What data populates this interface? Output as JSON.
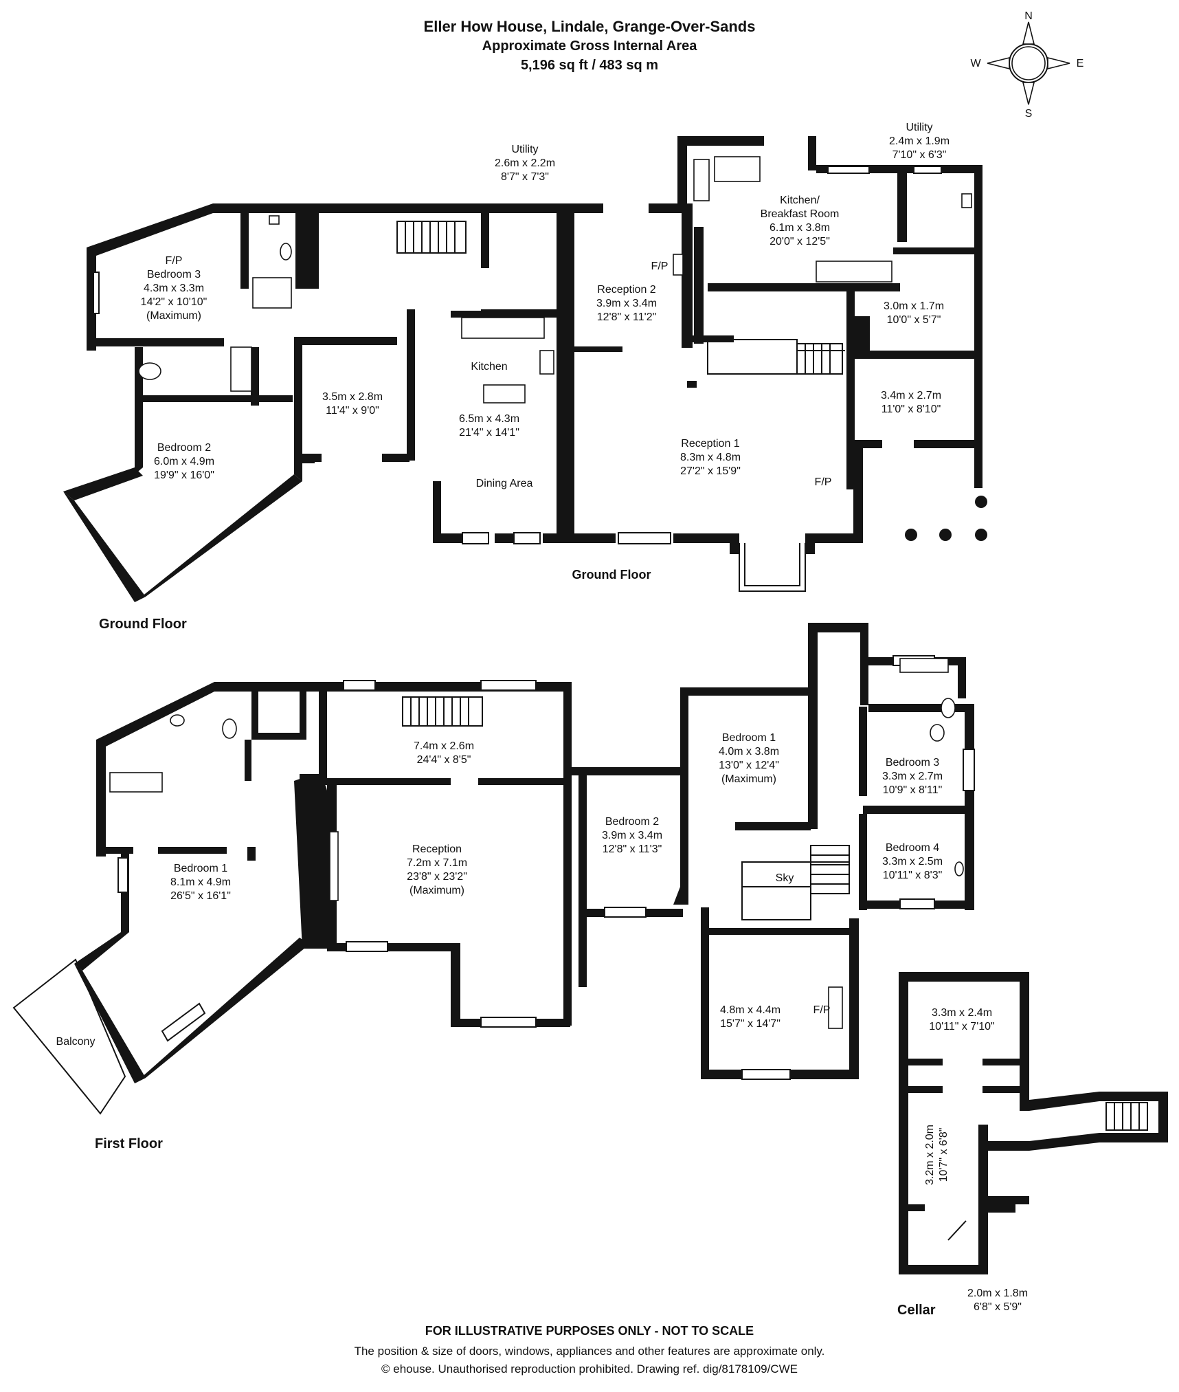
{
  "header": {
    "title": "Eller How House, Lindale, Grange-Over-Sands",
    "subtitle": "Approximate Gross Internal Area",
    "area": "5,196 sq ft / 483 sq m"
  },
  "compass": {
    "n": "N",
    "s": "S",
    "e": "E",
    "w": "W"
  },
  "floor_labels": {
    "ground_center": "Ground Floor",
    "ground_left": "Ground Floor",
    "first": "First Floor",
    "cellar": "Cellar"
  },
  "fixtures": {
    "fp": "F/P",
    "sky": "Sky",
    "balcony": "Balcony"
  },
  "rooms": {
    "g_bed3": [
      "F/P",
      "Bedroom 3",
      "4.3m x 3.3m",
      "14'2\" x 10'10\"",
      "(Maximum)"
    ],
    "g_bed2": [
      "Bedroom 2",
      "6.0m x 4.9m",
      "19'9\" x 16'0\""
    ],
    "g_hall": [
      "3.5m x 2.8m",
      "11'4\" x 9'0\""
    ],
    "g_utility1": [
      "Utility",
      "2.6m x 2.2m",
      "8'7\" x 7'3\""
    ],
    "g_kitchen": [
      "Kitchen",
      "6.5m x 4.3m",
      "21'4\" x 14'1\"",
      "Dining Area"
    ],
    "g_rec2": [
      "Reception 2",
      "3.9m x 3.4m",
      "12'8\" x 11'2\""
    ],
    "g_kb": [
      "Kitchen/",
      "Breakfast Room",
      "6.1m x 3.8m",
      "20'0\" x 12'5\""
    ],
    "g_utility2": [
      "Utility",
      "2.4m x 1.9m",
      "7'10\" x 6'3\""
    ],
    "g_r30": [
      "3.0m x 1.7m",
      "10'0\" x 5'7\""
    ],
    "g_r34": [
      "3.4m x 2.7m",
      "11'0\" x 8'10\""
    ],
    "g_rec1": [
      "Reception 1",
      "8.3m x 4.8m",
      "27'2\" x 15'9\""
    ],
    "f_bed1": [
      "Bedroom 1",
      "8.1m x 4.9m",
      "26'5\" x 16'1\""
    ],
    "f_landing": [
      "7.4m x 2.6m",
      "24'4\" x 8'5\""
    ],
    "f_reception": [
      "Reception",
      "7.2m x 7.1m",
      "23'8\" x 23'2\"",
      "(Maximum)"
    ],
    "f_bed2": [
      "Bedroom 2",
      "3.9m x 3.4m",
      "12'8\" x 11'3\""
    ],
    "f_bed1b": [
      "Bedroom 1",
      "4.0m x 3.8m",
      "13'0\" x 12'4\"",
      "(Maximum)"
    ],
    "f_bed3": [
      "Bedroom 3",
      "3.3m x 2.7m",
      "10'9\" x 8'11\""
    ],
    "f_bed4": [
      "Bedroom 4",
      "3.3m x 2.5m",
      "10'11\" x 8'3\""
    ],
    "f_r48": [
      "4.8m x 4.4m",
      "15'7\" x 14'7\""
    ],
    "c_r33": [
      "3.3m x 2.4m",
      "10'11\" x 7'10\""
    ],
    "c_r32": [
      "3.2m x 2.0m",
      "10'7\" x 6'8\""
    ],
    "c_r20": [
      "2.0m x 1.8m",
      "6'8\" x 5'9\""
    ]
  },
  "footer": {
    "line1": "FOR ILLUSTRATIVE PURPOSES ONLY - NOT TO SCALE",
    "line2": "The position & size of doors, windows, appliances and other features are approximate only.",
    "line3": "© ehouse. Unauthorised reproduction prohibited. Drawing ref. dig/8178109/CWE"
  }
}
